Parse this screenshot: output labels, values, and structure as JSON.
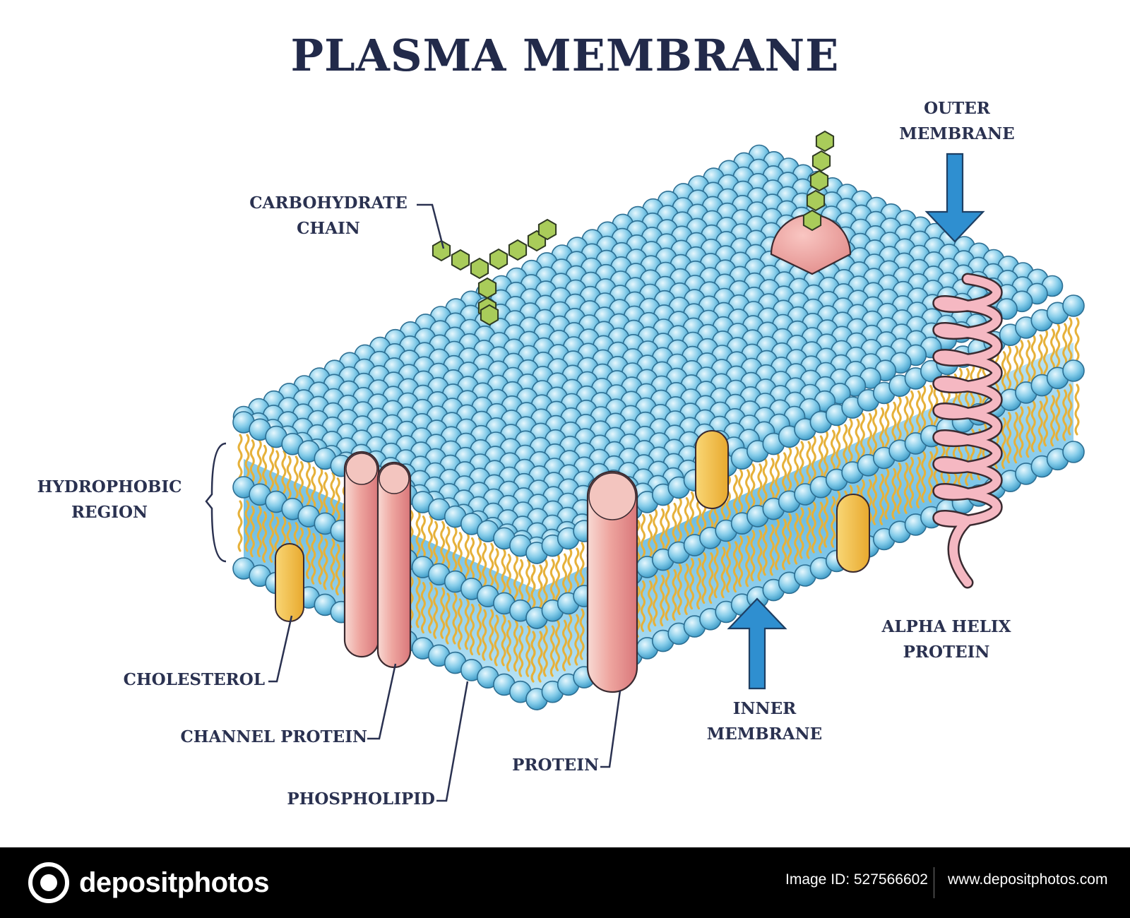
{
  "title": "PLASMA MEMBRANE",
  "labels": {
    "carbohydrate_chain": [
      "CARBOHYDRATE",
      "CHAIN"
    ],
    "outer_membrane": [
      "OUTER",
      "MEMBRANE"
    ],
    "hydrophobic_region": [
      "HYDROPHOBIC",
      "REGION"
    ],
    "cholesterol": "CHOLESTEROL",
    "channel_protein": "CHANNEL PROTEIN",
    "phospholipid": "PHOSPHOLIPID",
    "protein": "PROTEIN",
    "inner_membrane": [
      "INNER",
      "MEMBRANE"
    ],
    "alpha_helix_protein": [
      "ALPHA HELIX",
      "PROTEIN"
    ]
  },
  "colors": {
    "head_light": "#dff4fc",
    "head_mid": "#7fcbea",
    "head_dark": "#3f9cc8",
    "tail": "#e6b13a",
    "tail_outline": "#3a3a3a",
    "protein": "#e6878a",
    "protein_light": "#f6d0cb",
    "cholesterol": "#f2be45",
    "carbohydrate": "#a9cc5a",
    "arrow": "#2f8fd0",
    "label": "#2a3150"
  },
  "footer": {
    "brand": "depositphotos",
    "image_id": "Image ID: 527566602",
    "site": "www.depositphotos.com"
  }
}
